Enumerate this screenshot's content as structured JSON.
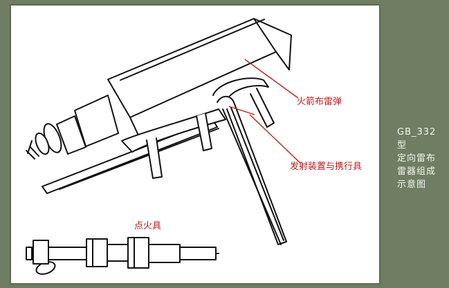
{
  "caption": "GB_332型\n定向雷布\n雷器组成\n示意图",
  "labels": {
    "rocket": "火箭布雷弹",
    "launcher": "发射装置与携行具",
    "igniter": "点火具"
  },
  "colors": {
    "background": "#6f7d62",
    "panel": "#ffffff",
    "ink": "#111111",
    "label": "#c01a1a",
    "caption": "#f4f6ef"
  }
}
